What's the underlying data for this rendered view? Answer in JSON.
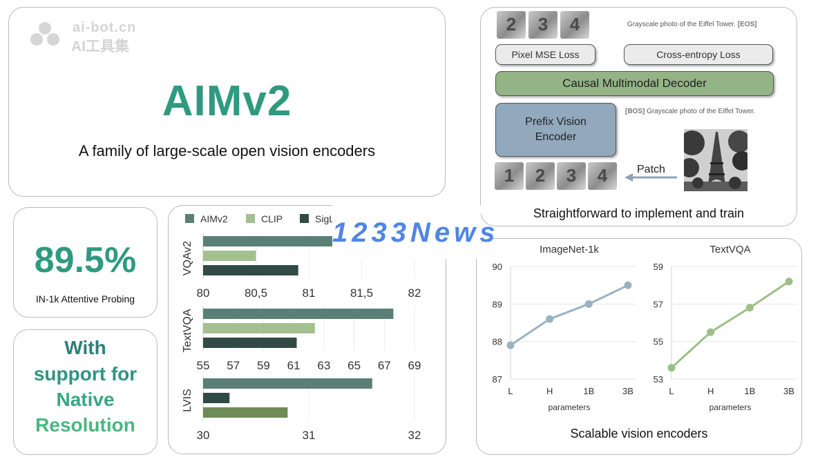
{
  "watermark": {
    "line1": "ai-bot.cn",
    "line2": "AI工具集",
    "line3": "1233News"
  },
  "hero": {
    "title": "AIMv2",
    "subtitle": "A family of large-scale open vision encoders"
  },
  "stat": {
    "value": "89.5%",
    "label": "IN-1k Attentive Probing"
  },
  "feature": {
    "lines": [
      "With",
      "support for",
      "Native",
      "Resolution"
    ]
  },
  "diagram": {
    "top_caption": "Grayscale photo of the Eiffel Tower.",
    "top_caption_tag": "[EOS]",
    "pixel_loss": "Pixel MSE Loss",
    "ce_loss": "Cross-entropy Loss",
    "decoder": "Causal Multimodal Decoder",
    "encoder_line1": "Prefix Vision",
    "encoder_line2": "Encoder",
    "bottom_caption_tag": "[BOS]",
    "bottom_caption": "Grayscale photo of the Eiffel Tower.",
    "patch_label": "Patch",
    "top_tiles": [
      "2",
      "3",
      "4"
    ],
    "bottom_tiles": [
      "1",
      "2",
      "3",
      "4"
    ],
    "footer": "Straightforward to implement and train"
  },
  "bars": {
    "legend": [
      {
        "name": "AIMv2",
        "color": "#5a7f74"
      },
      {
        "name": "CLIP",
        "color": "#a3c08f"
      },
      {
        "name": "SigL",
        "color": "#324a45"
      }
    ],
    "panels": [
      {
        "label": "VQAv2",
        "ticks": [
          "80",
          "80,5",
          "81",
          "81,5",
          "82"
        ],
        "min": 80,
        "max": 82,
        "values": [
          81.25,
          80.5,
          80.9
        ],
        "colors": [
          "#5a7f74",
          "#a3c08f",
          "#324a45"
        ]
      },
      {
        "label": "TextVQA",
        "ticks": [
          "55",
          "57",
          "59",
          "61",
          "63",
          "65",
          "67",
          "69"
        ],
        "min": 55,
        "max": 69,
        "values": [
          67.6,
          62.4,
          61.2
        ],
        "colors": [
          "#5a7f74",
          "#a3c08f",
          "#324a45"
        ]
      },
      {
        "label": "LVIS",
        "ticks": [
          "30",
          "31",
          "32"
        ],
        "min": 30,
        "max": 32,
        "values": [
          31.6,
          30.25,
          30.8
        ],
        "colors": [
          "#5a7f74",
          "#324a45",
          "#6e8b58"
        ]
      }
    ]
  },
  "lines": {
    "footer": "Scalable vision encoders",
    "charts": [
      {
        "title": "ImageNet-1k",
        "color": "#9ab1c4",
        "x": [
          "L",
          "H",
          "1B",
          "3B"
        ],
        "values": [
          87.9,
          88.6,
          89.0,
          89.5
        ],
        "min": 87,
        "max": 90,
        "ticks": [
          "87",
          "88",
          "89",
          "90"
        ],
        "xlabel": "parameters"
      },
      {
        "title": "TextVQA",
        "color": "#9cbf86",
        "x": [
          "L",
          "H",
          "1B",
          "3B"
        ],
        "values": [
          53.6,
          55.5,
          56.8,
          58.2
        ],
        "min": 53,
        "max": 59,
        "ticks": [
          "53",
          "55",
          "57",
          "59"
        ],
        "xlabel": "parameters"
      }
    ]
  }
}
